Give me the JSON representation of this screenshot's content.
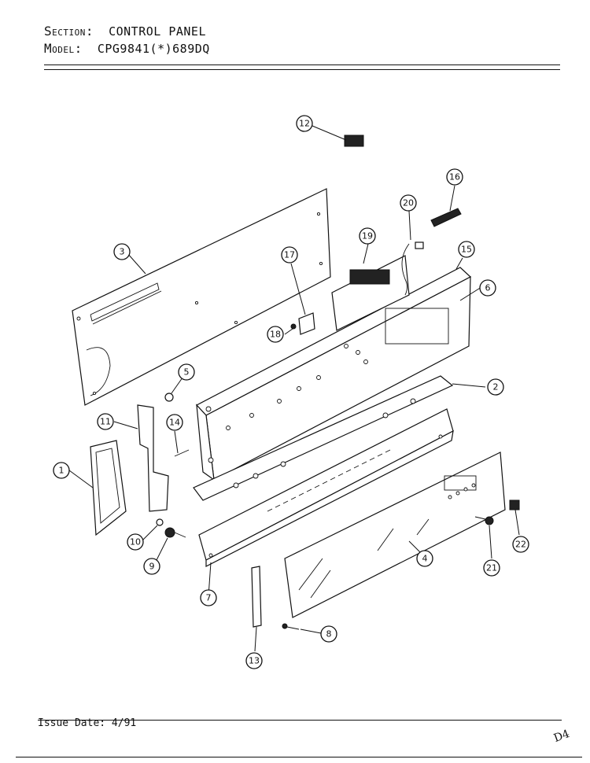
{
  "header": {
    "section_label": "Section:",
    "section_value": "CONTROL PANEL",
    "model_label": "Model:",
    "model_value": "CPG9841(*)689DQ"
  },
  "footer": {
    "issue_label": "Issue Date:",
    "issue_value": "4/91",
    "corner_mark": "D4"
  },
  "callouts": [
    {
      "id": "1",
      "label": "1"
    },
    {
      "id": "2",
      "label": "2"
    },
    {
      "id": "3",
      "label": "3"
    },
    {
      "id": "4",
      "label": "4"
    },
    {
      "id": "5",
      "label": "5"
    },
    {
      "id": "6",
      "label": "6"
    },
    {
      "id": "7",
      "label": "7"
    },
    {
      "id": "8",
      "label": "8"
    },
    {
      "id": "9",
      "label": "9"
    },
    {
      "id": "10",
      "label": "10"
    },
    {
      "id": "11",
      "label": "11"
    },
    {
      "id": "12",
      "label": "12"
    },
    {
      "id": "13",
      "label": "13"
    },
    {
      "id": "14",
      "label": "14"
    },
    {
      "id": "15",
      "label": "15"
    },
    {
      "id": "16",
      "label": "16"
    },
    {
      "id": "17",
      "label": "17"
    },
    {
      "id": "18",
      "label": "18"
    },
    {
      "id": "19",
      "label": "19"
    },
    {
      "id": "20",
      "label": "20"
    },
    {
      "id": "21",
      "label": "21"
    },
    {
      "id": "22",
      "label": "22"
    }
  ]
}
